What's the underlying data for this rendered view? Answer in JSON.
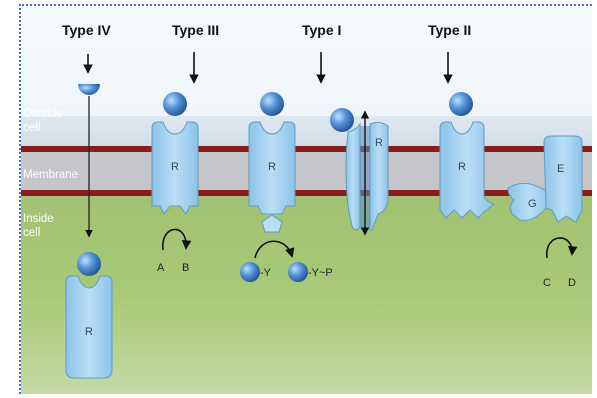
{
  "types": {
    "type4": "Type IV",
    "type3": "Type III",
    "type1": "Type I",
    "type2": "Type II"
  },
  "regions": {
    "outside_line1": "Outside",
    "outside_line2": "cell",
    "membrane": "Membrane",
    "inside_line1": "Inside",
    "inside_line2": "cell"
  },
  "receptor_labels": {
    "r": "R",
    "enzyme": "E",
    "gprotein": "G"
  },
  "substrates": {
    "a": "A",
    "b": "B",
    "c": "C",
    "d": "D",
    "y": "-Y",
    "yp": "-Y~P"
  },
  "colors": {
    "membrane_band": "#c4c6c9",
    "membrane_edge": "#8a1c1c",
    "receptor_fill": "#a8d4f0",
    "receptor_stroke": "#5f9cc4",
    "ligand": "#3f7fc8",
    "inside_green": "#9cc46a",
    "frame": "#3f6fc4"
  }
}
